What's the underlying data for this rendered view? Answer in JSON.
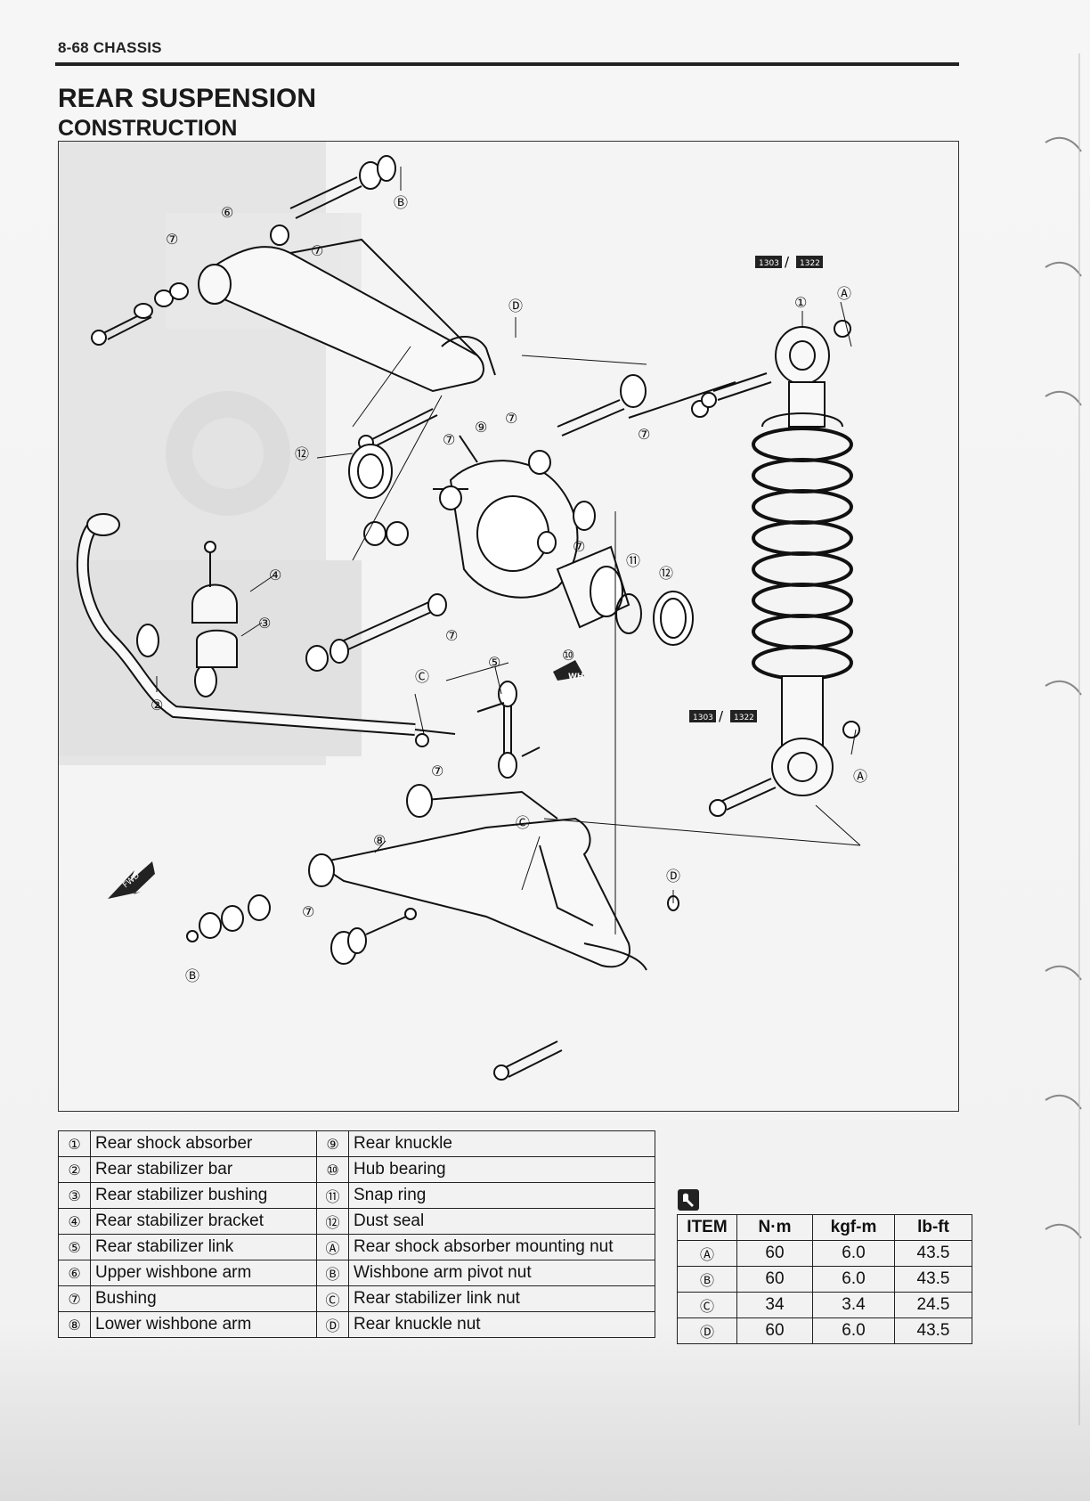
{
  "header": {
    "page_ref": "8-68  CHASSIS"
  },
  "title": "REAR SUSPENSION",
  "subtitle": "CONSTRUCTION",
  "diagram": {
    "fwd_label": "FWD",
    "callouts": {
      "c1": "①",
      "c2": "②",
      "c3": "③",
      "c4": "④",
      "c5": "⑤",
      "c6": "⑥",
      "c7": "⑦",
      "c8": "⑧",
      "c9": "⑨",
      "c10": "⑩",
      "c11": "⑪",
      "c12": "⑫",
      "ca": "Ⓐ",
      "cb": "Ⓑ",
      "cc": "Ⓒ",
      "cd": "Ⓓ"
    },
    "grease_labels": {
      "g1": "1303",
      "g2": "1322",
      "sep": "/",
      "wh": "WH"
    }
  },
  "legend": [
    {
      "num": "①",
      "label": "Rear shock absorber",
      "num2": "⑨",
      "label2": "Rear knuckle"
    },
    {
      "num": "②",
      "label": "Rear stabilizer bar",
      "num2": "⑩",
      "label2": "Hub bearing"
    },
    {
      "num": "③",
      "label": "Rear stabilizer bushing",
      "num2": "⑪",
      "label2": "Snap ring"
    },
    {
      "num": "④",
      "label": "Rear stabilizer bracket",
      "num2": "⑫",
      "label2": "Dust seal"
    },
    {
      "num": "⑤",
      "label": "Rear stabilizer link",
      "num2": "Ⓐ",
      "label2": "Rear shock absorber mounting nut"
    },
    {
      "num": "⑥",
      "label": "Upper wishbone arm",
      "num2": "Ⓑ",
      "label2": "Wishbone arm pivot nut"
    },
    {
      "num": "⑦",
      "label": "Bushing",
      "num2": "Ⓒ",
      "label2": "Rear stabilizer link nut"
    },
    {
      "num": "⑧",
      "label": "Lower wishbone arm",
      "num2": "Ⓓ",
      "label2": "Rear knuckle nut"
    }
  ],
  "torque": {
    "headers": [
      "ITEM",
      "N·m",
      "kgf-m",
      "lb-ft"
    ],
    "rows": [
      {
        "item": "Ⓐ",
        "nm": "60",
        "kgfm": "6.0",
        "lbft": "43.5"
      },
      {
        "item": "Ⓑ",
        "nm": "60",
        "kgfm": "6.0",
        "lbft": "43.5"
      },
      {
        "item": "Ⓒ",
        "nm": "34",
        "kgfm": "3.4",
        "lbft": "24.5"
      },
      {
        "item": "Ⓓ",
        "nm": "60",
        "kgfm": "6.0",
        "lbft": "43.5"
      }
    ]
  },
  "colors": {
    "ink": "#111111",
    "paper": "#f4f4f4",
    "photo_shade": "#cfcfcf"
  }
}
